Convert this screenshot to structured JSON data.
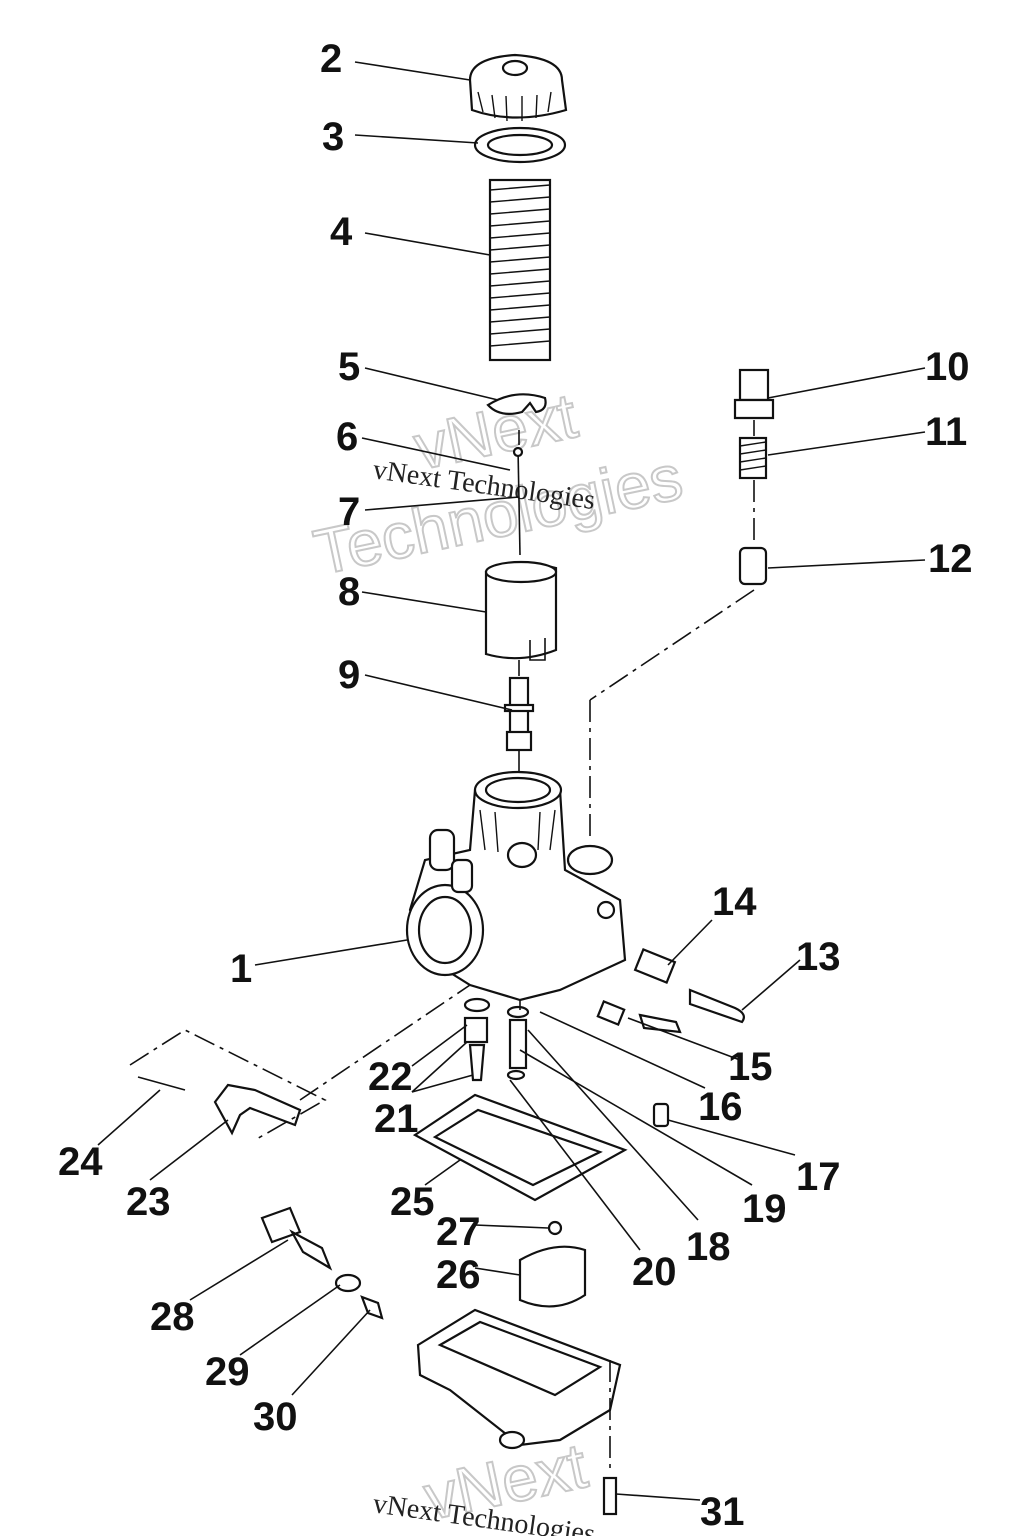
{
  "diagram": {
    "callouts": [
      {
        "id": "c2",
        "label": "2"
      },
      {
        "id": "c3",
        "label": "3"
      },
      {
        "id": "c4",
        "label": "4"
      },
      {
        "id": "c5",
        "label": "5"
      },
      {
        "id": "c6",
        "label": "6"
      },
      {
        "id": "c7",
        "label": "7"
      },
      {
        "id": "c8",
        "label": "8"
      },
      {
        "id": "c9",
        "label": "9"
      },
      {
        "id": "c10",
        "label": "10"
      },
      {
        "id": "c11",
        "label": "11"
      },
      {
        "id": "c12",
        "label": "12"
      },
      {
        "id": "c1",
        "label": "1"
      },
      {
        "id": "c14",
        "label": "14"
      },
      {
        "id": "c13",
        "label": "13"
      },
      {
        "id": "c15",
        "label": "15"
      },
      {
        "id": "c16",
        "label": "16"
      },
      {
        "id": "c17",
        "label": "17"
      },
      {
        "id": "c22",
        "label": "22"
      },
      {
        "id": "c21",
        "label": "21"
      },
      {
        "id": "c24",
        "label": "24"
      },
      {
        "id": "c23",
        "label": "23"
      },
      {
        "id": "c25",
        "label": "25"
      },
      {
        "id": "c19",
        "label": "19"
      },
      {
        "id": "c18",
        "label": "18"
      },
      {
        "id": "c20",
        "label": "20"
      },
      {
        "id": "c27",
        "label": "27"
      },
      {
        "id": "c26",
        "label": "26"
      },
      {
        "id": "c28",
        "label": "28"
      },
      {
        "id": "c29",
        "label": "29"
      },
      {
        "id": "c30",
        "label": "30"
      },
      {
        "id": "c31",
        "label": "31"
      }
    ],
    "watermark": {
      "line1": "vNext",
      "line2": "Technologies",
      "caption": "vNext Technologies",
      "bottom_line1": "vNext",
      "bottom_caption": "vNext Technologies"
    }
  }
}
